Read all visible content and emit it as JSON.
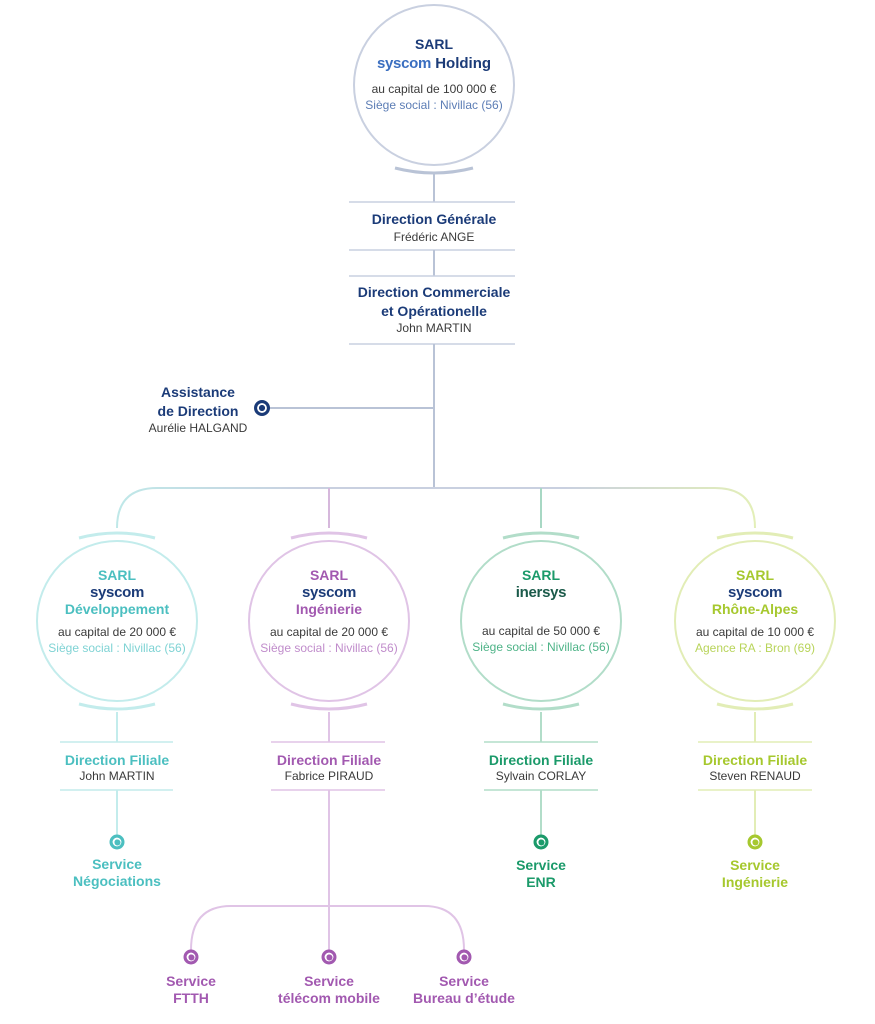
{
  "holding": {
    "sarl": "SARL",
    "brand": "syscom",
    "name": "Holding",
    "capital": "au capital de 100 000 €",
    "siege": "Siège social : Nivillac (56)"
  },
  "direction_generale": {
    "title": "Direction Générale",
    "person": "Frédéric ANGE"
  },
  "direction_commerciale": {
    "title_line1": "Direction Commerciale",
    "title_line2": "et Opérationelle",
    "person": "John MARTIN"
  },
  "assistance": {
    "line1": "Assistance",
    "line2": "de Direction",
    "person": "Aurélie HALGAND"
  },
  "subsidiaries": [
    {
      "sarl": "SARL",
      "brand": "syscom",
      "name": "Développement",
      "capital": "au capital de 20 000 €",
      "siege": "Siège social : Nivillac (56)",
      "direction_title": "Direction Filiale",
      "direction_person": "John MARTIN",
      "color": "#4bbfc0"
    },
    {
      "sarl": "SARL",
      "brand": "syscom",
      "name": "Ingénierie",
      "capital": "au capital de 20 000 €",
      "siege": "Siège social : Nivillac (56)",
      "direction_title": "Direction Filiale",
      "direction_person": "Fabrice PIRAUD",
      "color": "#a259b0"
    },
    {
      "sarl": "SARL",
      "brand": "inersys",
      "name": "",
      "capital": "au capital de 50 000 €",
      "siege": "Siège social : Nivillac (56)",
      "direction_title": "Direction Filiale",
      "direction_person": "Sylvain CORLAY",
      "color": "#1b9a6a"
    },
    {
      "sarl": "SARL",
      "brand": "syscom",
      "name": "Rhône-Alpes",
      "capital": "au capital de 10 000 €",
      "siege": "Agence RA : Bron (69)",
      "direction_title": "Direction Filiale",
      "direction_person": "Steven RENAUD",
      "color": "#a6c82e"
    }
  ],
  "services": {
    "negociations": {
      "line1": "Service",
      "line2": "Négociations"
    },
    "enr": {
      "line1": "Service",
      "line2": "ENR"
    },
    "ingenierie": {
      "line1": "Service",
      "line2": "Ingénierie"
    },
    "ftth": {
      "line1": "Service",
      "line2": "FTTH"
    },
    "telecom": {
      "line1": "Service",
      "line2": "télécom mobile"
    },
    "bureau": {
      "line1": "Service",
      "line2": "Bureau d’étude"
    }
  },
  "colors": {
    "navy": "#1b3b78",
    "connector": "#b9c3d6",
    "teal": "#4bbfc0",
    "purple": "#a259b0",
    "green": "#1b9a6a",
    "lime": "#a6c82e"
  }
}
